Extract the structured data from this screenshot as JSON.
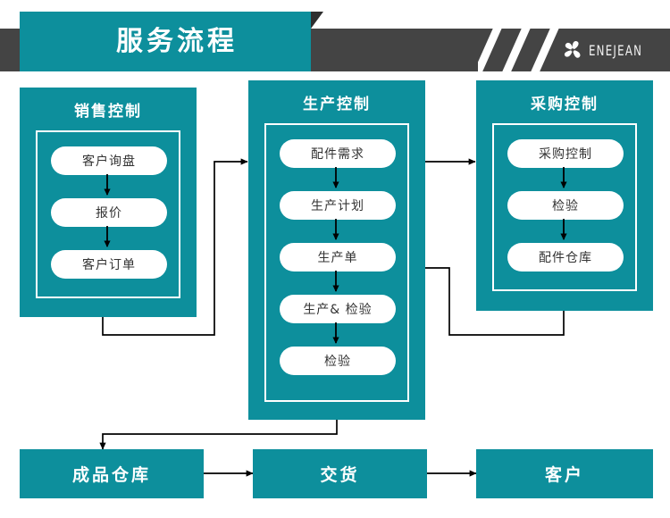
{
  "header": {
    "title": "服务流程",
    "brand_name": "ENEJEAN",
    "brand_mark": "pinwheel-flower-logo",
    "banner_color": "#0d8f9c",
    "bar_color": "#444444",
    "stripe_count": 3
  },
  "theme": {
    "teal": "#0d8f9c",
    "dark_gray": "#444444",
    "white": "#ffffff",
    "arrow": "#000000"
  },
  "panels": [
    {
      "id": "sales",
      "title": "销售控制",
      "steps": [
        {
          "label": "客户询盘"
        },
        {
          "label": "报价"
        },
        {
          "label": "客户订单"
        }
      ]
    },
    {
      "id": "production",
      "title": "生产控制",
      "steps": [
        {
          "label": "配件需求"
        },
        {
          "label": "生产计划"
        },
        {
          "label": "生产单"
        },
        {
          "label": "生产& 检验"
        },
        {
          "label": "检验"
        }
      ]
    },
    {
      "id": "purchasing",
      "title": "采购控制",
      "steps": [
        {
          "label": "采购控制"
        },
        {
          "label": "检验"
        },
        {
          "label": "配件仓库"
        }
      ]
    }
  ],
  "bottom_row": [
    {
      "id": "finished-goods-warehouse",
      "label": "成品仓库"
    },
    {
      "id": "delivery",
      "label": "交货"
    },
    {
      "id": "customer",
      "label": "客户"
    }
  ],
  "connectors": [
    {
      "id": "sales-to-production",
      "from": "sales",
      "to": "production",
      "style": "elbow"
    },
    {
      "id": "production-to-purchasing",
      "from": "production",
      "to": "purchasing",
      "style": "straight"
    },
    {
      "id": "purchasing-to-production",
      "from": "purchasing",
      "to": "production",
      "style": "elbow"
    },
    {
      "id": "production-to-warehouse",
      "from": "production",
      "to": "finished-goods-warehouse",
      "style": "elbow"
    },
    {
      "id": "warehouse-to-delivery",
      "from": "finished-goods-warehouse",
      "to": "delivery",
      "style": "straight"
    },
    {
      "id": "delivery-to-customer",
      "from": "delivery",
      "to": "customer",
      "style": "straight"
    }
  ]
}
